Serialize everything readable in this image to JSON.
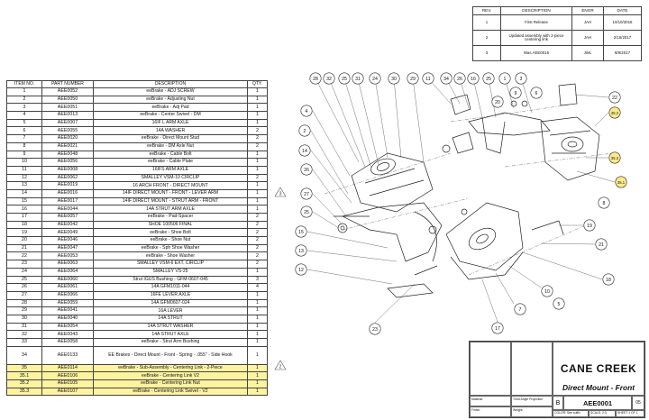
{
  "revision_table": {
    "headers": [
      "REV.",
      "DESCRIPTION",
      "ENGR",
      "DATE"
    ],
    "rows": [
      [
        "1",
        "First Release",
        "JAH",
        "10/10/2016"
      ],
      [
        "2",
        "Updated assembly with 2-piece centering link",
        "JAH",
        "2/16/2017"
      ],
      [
        "3",
        "Was AEE0015",
        "JWL",
        "8/9/2017"
      ]
    ]
  },
  "bom": {
    "headers": [
      "ITEM NO.",
      "PART NUMBER",
      "DESCRIPTION",
      "QTY."
    ],
    "rows": [
      [
        "1",
        "AEE0052",
        "eeBrake - ADJ SCREW",
        "1"
      ],
      [
        "2",
        "AEE0050",
        "eeBrake - Adjusting Nut",
        "1"
      ],
      [
        "3",
        "AEE0051",
        "eeBrake - Adj Pad",
        "1"
      ],
      [
        "4",
        "AEE0013",
        "eeBrake - Center Swivel - DM",
        "1"
      ],
      [
        "5",
        "AEE0007",
        "16IF L ARM AXLE",
        "1"
      ],
      [
        "6",
        "AEE0055",
        "14A WASHER",
        "2"
      ],
      [
        "7",
        "AEE0020",
        "eeBrake - Direct Mount Stud",
        "2"
      ],
      [
        "8",
        "AEE0021",
        "eeBrake - DM Axle Nut",
        "2"
      ],
      [
        "9",
        "AEE0048",
        "eeBrake - Cable Bolt",
        "1"
      ],
      [
        "10",
        "AEE0056",
        "eeBrake - Cable Plate",
        "1"
      ],
      [
        "11",
        "AEE0008",
        "16IFS ARM AXLE",
        "1"
      ],
      [
        "12",
        "AEE0062",
        "SMALLEY VSM-10 CIRCLIP",
        "2"
      ],
      [
        "13",
        "AEE0019",
        "16 ARCH FRONT - DIRECT MOUNT",
        "1"
      ],
      [
        "14",
        "AEE0016",
        "14IF DIRECT MOUNT - FRONT - LEVER ARM",
        "1"
      ],
      [
        "15",
        "AEE0017",
        "14IF DIRECT MOUNT - STRUT ARM - FRONT",
        "1"
      ],
      [
        "16",
        "AEE0044",
        "14A STRUT ARM AXLE",
        "1"
      ],
      [
        "17",
        "AEE0057",
        "eeBrake - Pad-Spacer",
        "2"
      ],
      [
        "18",
        "AEE0042",
        "SHOE 100506 FINAL",
        "2"
      ],
      [
        "19",
        "AEE0049",
        "eeBrake - Shoe Bolt",
        "2"
      ],
      [
        "20",
        "AEE0046",
        "eeBrake - Shoe Nut",
        "2"
      ],
      [
        "21",
        "AEE0047",
        "eeBrake - Sph Shoe Washer",
        "2"
      ],
      [
        "22",
        "AEE0053",
        "eeBrake - Shoe Washer",
        "2"
      ],
      [
        "23",
        "AEE0063",
        "SMALLEY VSM-6 EXT. CIRCLIP",
        "2"
      ],
      [
        "24",
        "AEE0064",
        "SMALLEY  VS-25",
        "1"
      ],
      [
        "25",
        "AEE0060",
        "Strut IGUS Bushing - GFM-0607-045",
        "3"
      ],
      [
        "26",
        "AEE0061",
        "14A GFM1011-044",
        "4"
      ],
      [
        "27",
        "AEE0066",
        "16FE LEVER AXLE",
        "1"
      ],
      [
        "28",
        "AEE0059",
        "14A GFM0607-024",
        "1"
      ],
      [
        "29",
        "AEE0041",
        "16A LEVER",
        "1"
      ],
      [
        "30",
        "AEE0040",
        "14A STRUT",
        "1"
      ],
      [
        "31",
        "AEE0054",
        "14A STRUT WASHER",
        "1"
      ],
      [
        "32",
        "AEE0043",
        "14A STRUT AXLE",
        "1"
      ],
      [
        "33",
        "AEE0058",
        "eeBrake - Strut Arm Bushing",
        "1"
      ],
      [
        "34",
        "AEE0133",
        "EE Brakes - Direct Mount - Front - Spring - .055\" - Side Hook",
        "1"
      ],
      [
        "35",
        "AEE0114",
        "eeBrake - Sub-Assembly - Centering Link - 2-Piece",
        "1"
      ],
      [
        "35.1",
        "AEE0106",
        "eeBrake - Centering Link V2",
        "1"
      ],
      [
        "35.2",
        "AEE0105",
        "eeBrake - Centering Link Nut",
        "1"
      ],
      [
        "35.3",
        "AEE0107",
        "eeBrake - Centering Link Swivel - V2",
        "1"
      ]
    ],
    "highlight_color": "#fff3a0"
  },
  "title_block": {
    "company": "CANE CREEK",
    "title": "Direct Mount - Front",
    "part_number": "AEE0001",
    "size": "B",
    "rev": "05",
    "scale": "SCALE: 2:3",
    "sheet": "SHEET 1 OF 1",
    "color": "COLOR: See suffix",
    "material": "Material:",
    "finish": "Finish:",
    "weight": "Weight:",
    "projection": "Third Angle Projection",
    "brand_color": "#1a5c8c"
  },
  "balloons": [
    "28",
    "32",
    "25",
    "31",
    "24",
    "30",
    "29",
    "11",
    "34",
    "26",
    "16",
    "25",
    "1",
    "3",
    "4",
    "2",
    "14",
    "26",
    "27",
    "25",
    "15",
    "13",
    "12",
    "23",
    "22",
    "35.2",
    "35.3",
    "35.1",
    "19",
    "21",
    "10",
    "7",
    "18",
    "17",
    "20",
    "9",
    "6",
    "8",
    "5"
  ]
}
